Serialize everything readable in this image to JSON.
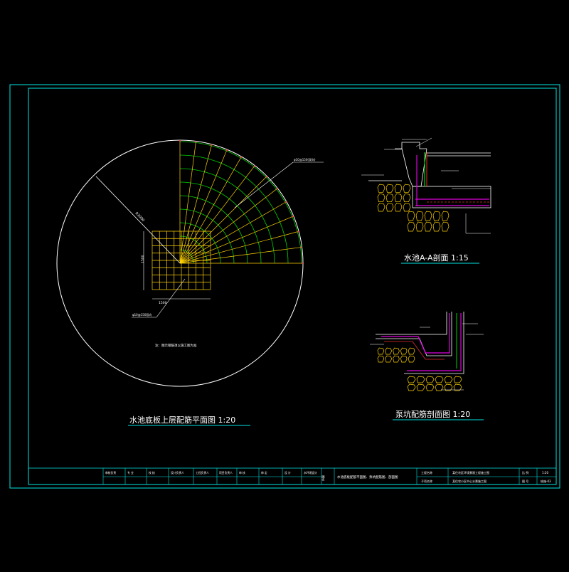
{
  "titles": {
    "plan": "水池底板上层配筋平面图  1:20",
    "section_aa": "水池A-A剖面  1:15",
    "pump_pit": "泵坑配筋剖面图  1:20"
  },
  "notes": {
    "plan_note": "注：图示钢筋须以施工图为准",
    "rebar_top": "φ10@150(双向)",
    "rebar_bottom": "φ10@150双向",
    "radius_label": "R3000",
    "dim_width": "1500",
    "dim_height": "1500"
  },
  "title_block": {
    "row1": [
      "审核负责",
      "专  业",
      "校  核",
      "设计负责人",
      "工程负责人",
      "项目负责人",
      "审  核",
      "审  定",
      "设  计",
      "水环境设计"
    ],
    "drawing_name": "水池底板配筋平面图、泵坑配筋图、剖面图",
    "col_label": "图名",
    "project_label": "工程名称",
    "sub_label": "子项名称",
    "project_name": "某住宅区环境景观工程施工图",
    "sub_name": "某住宅小区中心水景施工图",
    "scale_label": "比  例",
    "scale_value": "1:20",
    "number_label": "图  号",
    "number_value": "结施-03"
  },
  "colors": {
    "frame": "#00e5e5",
    "outline": "#ffffff",
    "rebar": "#ffd200",
    "rebar_green": "#00d200",
    "rebar_red": "#e53030",
    "magenta": "#e000e0"
  }
}
